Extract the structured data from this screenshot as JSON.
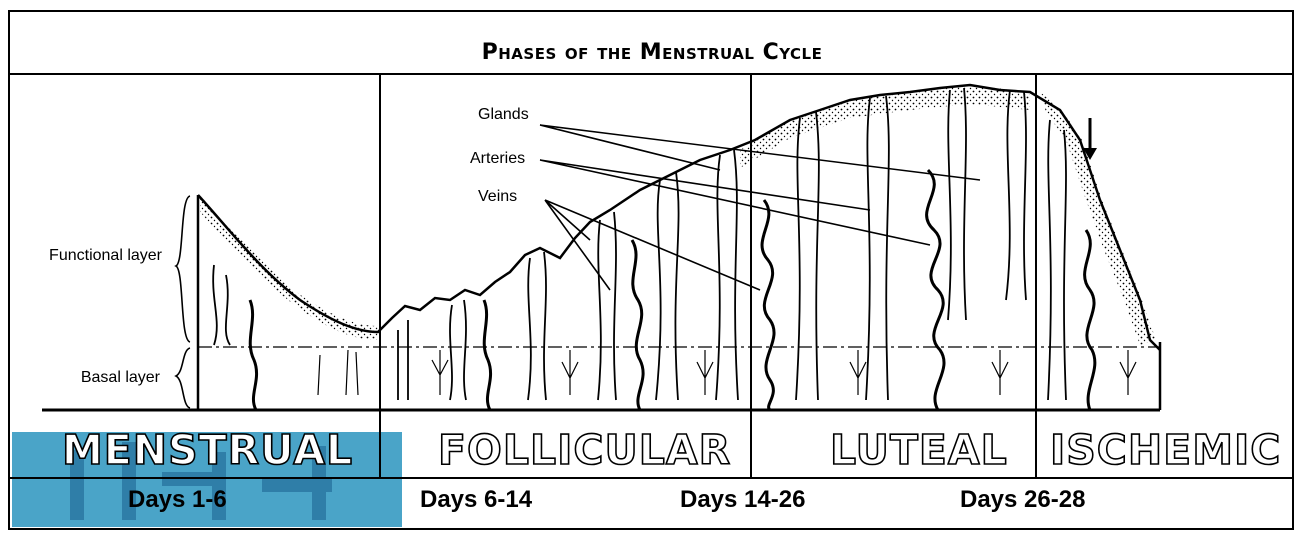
{
  "title": "Phases of the Menstrual Cycle",
  "layers": {
    "functional": "Functional layer",
    "basal": "Basal layer"
  },
  "annotations": {
    "glands": "Glands",
    "arteries": "Arteries",
    "veins": "Veins"
  },
  "phases": [
    {
      "name": "MENSTRUAL",
      "days": "Days 1-6"
    },
    {
      "name": "FOLLICULAR",
      "days": "Days 6-14"
    },
    {
      "name": "LUTEAL",
      "days": "Days 14-26"
    },
    {
      "name": "ISCHEMIC",
      "days": "Days 26-28"
    }
  ],
  "colors": {
    "watermark": "#4aa4c8",
    "line": "#000000",
    "background": "#ffffff"
  }
}
